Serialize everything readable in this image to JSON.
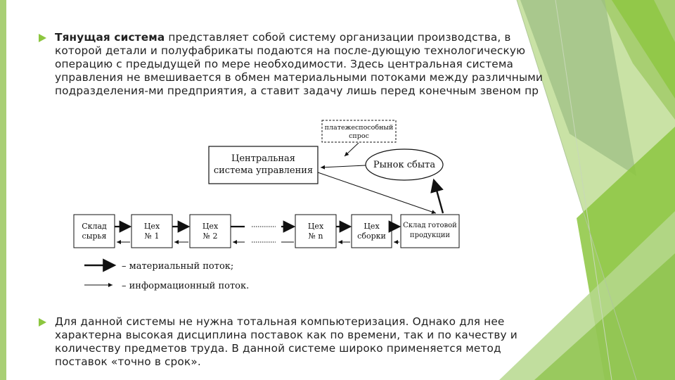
{
  "slide": {
    "paragraph1": {
      "bold": "Тянущая система",
      "text": " представляет собой систему организации производства, в которой детали и полуфабрикаты подаются на после-дующую технологическую операцию с предыдущей по мере необходимости. Здесь центральная система управления не вмешивается в обмен материальными потоками между различными подразделения-ми предприятия, а ставит задачу лишь перед конечным звеном пр"
    },
    "paragraph2": "Для данной системы не нужна тотальная компьютеризация. Однако для нее характерна высокая дисциплина поставок как по времени, так и по качеству и количеству предметов труда. В данной системе широко применяется метод поставок «точно в срок».",
    "colors": {
      "accent": "#8cc63f",
      "accent_light": "#b5d98a",
      "accent_dark": "#79b42e"
    }
  },
  "diagram": {
    "demand_line1": "платежеспособный",
    "demand_line2": "спрос",
    "control_line1": "Центральная",
    "control_line2": "система управления",
    "market": "Рынок сбыта",
    "nodes": [
      {
        "line1": "Склад",
        "line2": "сырья"
      },
      {
        "line1": "Цех",
        "line2": "№ 1"
      },
      {
        "line1": "Цех",
        "line2": "№ 2"
      },
      {
        "line1": "Цех",
        "line2": "№ n"
      },
      {
        "line1": "Цех",
        "line2": "сборки"
      },
      {
        "line1": "Склад готовой",
        "line2": "продукции"
      }
    ],
    "legend_material": "– материальный поток;",
    "legend_info": "– информационный поток."
  }
}
